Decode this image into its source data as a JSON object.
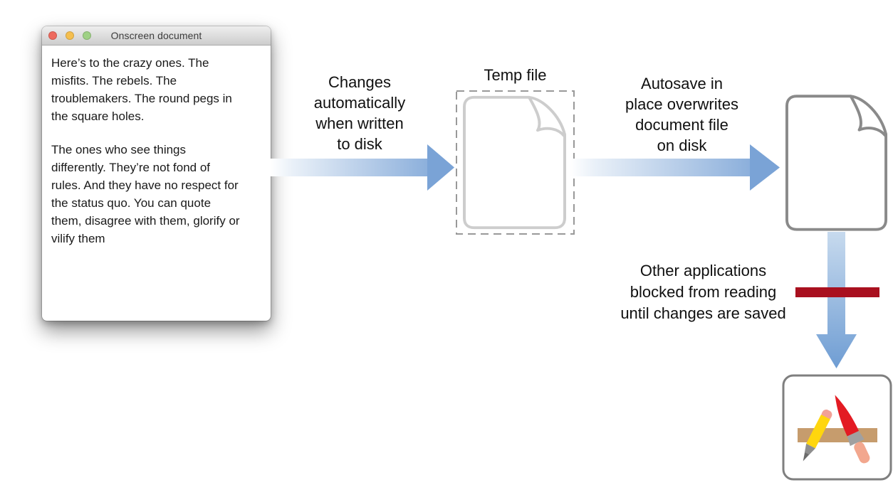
{
  "window": {
    "title": "Onscreen document",
    "paragraphs": [
      "Here’s to the crazy ones. The\nmisfits. The rebels. The\ntroublemakers. The round pegs in\nthe square holes.",
      "The ones who see things\ndifferently. They’re not fond of\nrules. And they have no respect for\nthe status quo. You can quote\nthem, disagree with them, glorify or\nvilify them"
    ],
    "traffic_lights": [
      "close",
      "minimize",
      "zoom"
    ]
  },
  "flow": {
    "arrow1_label": "Changes\nautomatically\nwhen written\nto disk",
    "temp_file_label": "Temp file",
    "arrow2_label": "Autosave in\nplace overwrites\ndocument file\non disk",
    "blocked_label": "Other applications\nblocked from reading\nuntil changes are saved"
  },
  "icons": {
    "temp_file": "document-page-dashed-outline",
    "document_file": "document-page-outline",
    "blocked_bar": "red-block-bar",
    "application": "app-icon-pencil-ruler-brush",
    "arrows": "blue-gradient-flow-arrows"
  },
  "colors": {
    "arrow_blue": "#7aa3d6",
    "arrow_blue_dark": "#6f9dd3",
    "arrow_blue_pale": "#c7daee",
    "red_bar": "#a9101f",
    "doc_stroke": "#8a8a8a",
    "temp_doc_stroke": "#cdcdcd",
    "dashed_border": "#999999",
    "traffic_red": "#ee6a5e",
    "traffic_yellow": "#f5bf4f",
    "traffic_green": "#9fd185",
    "app_border": "#7f7f7f",
    "ruler_tan": "#c69c6d",
    "pencil_yellow": "#ffd60e",
    "pencil_eraser": "#f2a196",
    "pencil_tip": "#8e8e8e",
    "pencil_point": "#6b6b6b",
    "brush_red": "#e31b23",
    "ferrule_gray": "#a0a0a0",
    "handle_pink": "#f2a78e"
  }
}
